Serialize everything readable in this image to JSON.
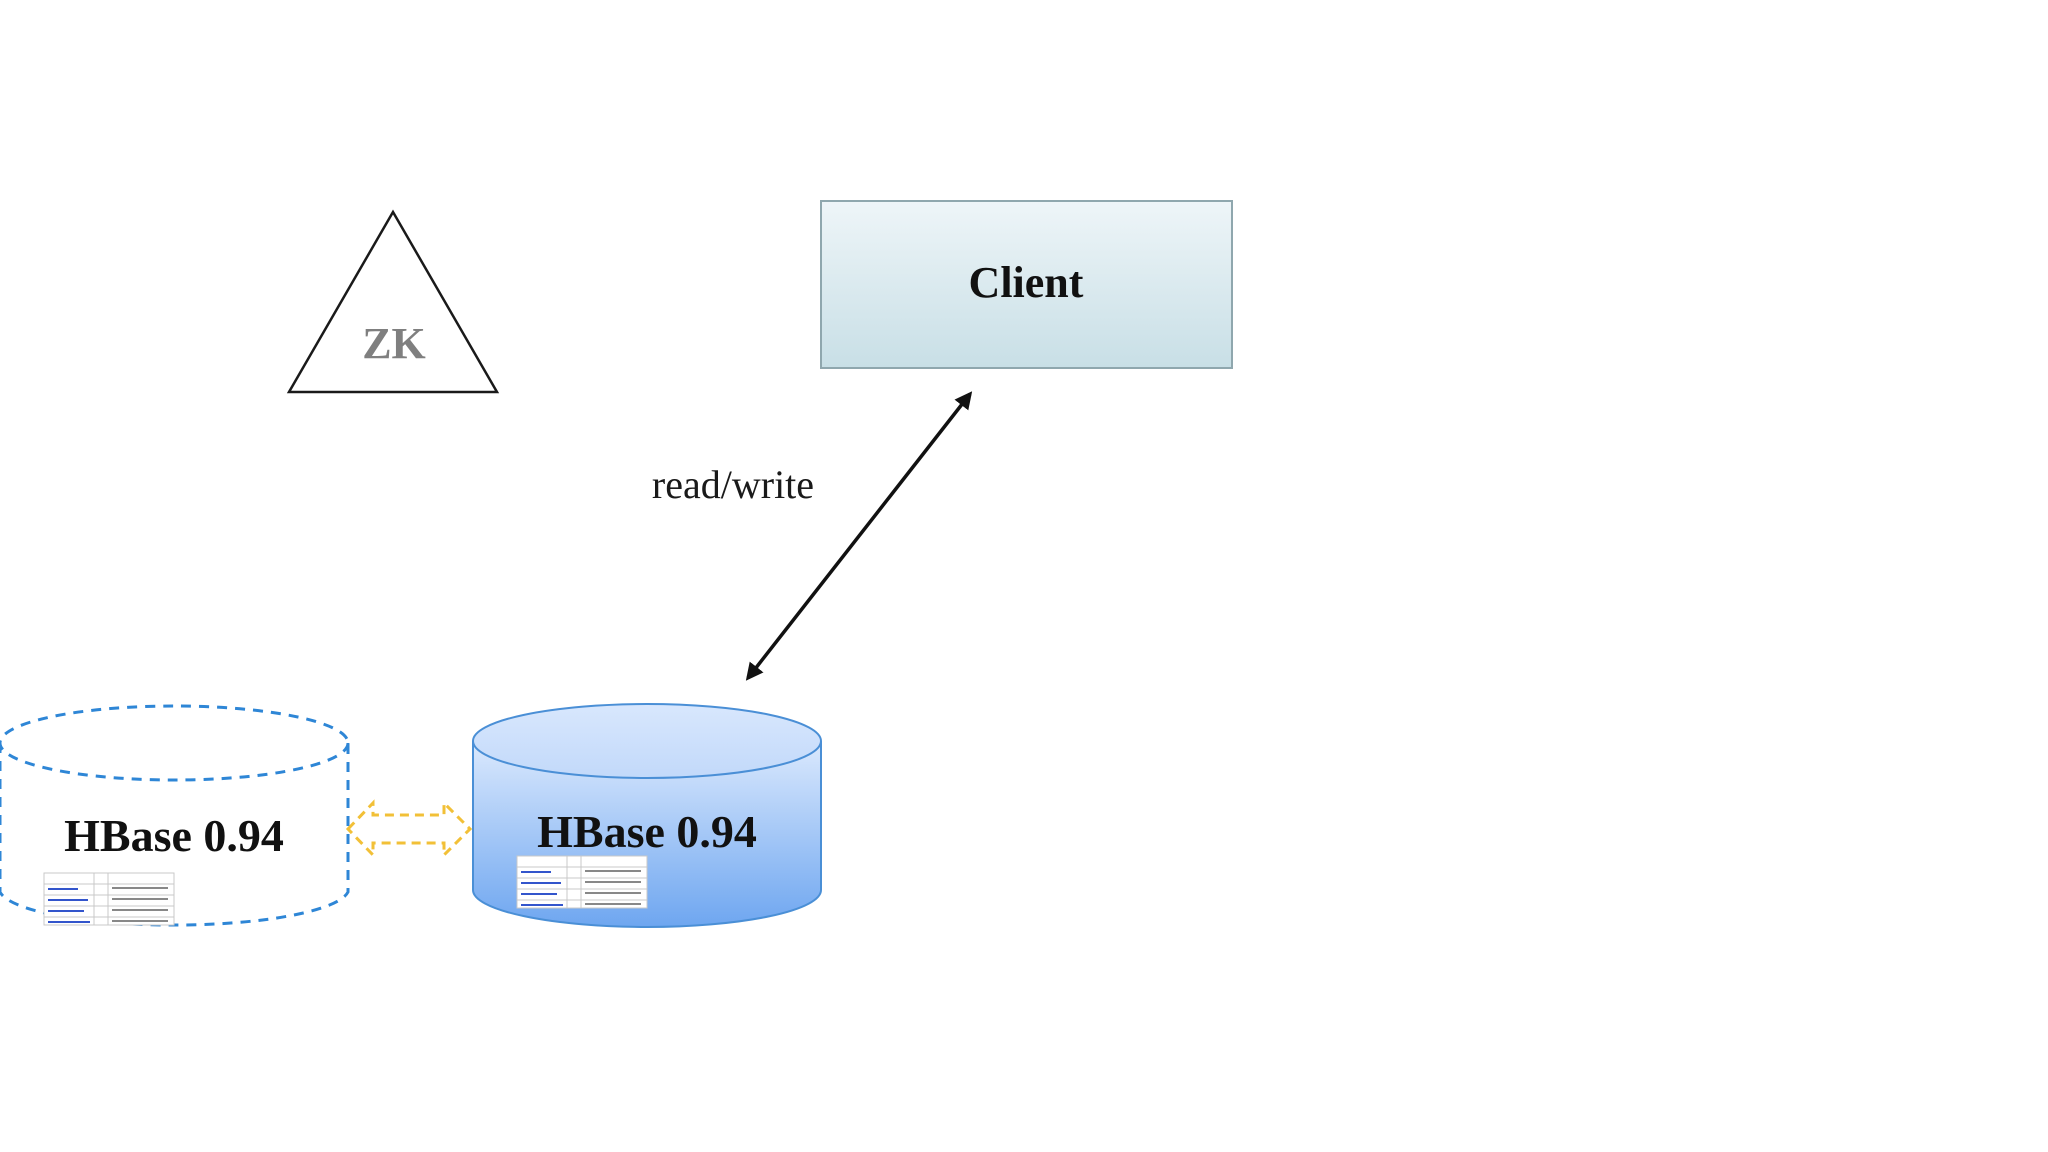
{
  "zookeeper": {
    "label": "ZK",
    "label_color": "#7f7f7f"
  },
  "client": {
    "label": "Client",
    "fill_top": "#eef5f8",
    "fill_bottom": "#c8dfe6",
    "border_color": "#8fa7ae"
  },
  "connection": {
    "label": "read/write"
  },
  "replica_cluster": {
    "label": "HBase 0.94",
    "outline_color": "#2e86d6",
    "style": "dashed"
  },
  "active_cluster": {
    "label": "HBase 0.94",
    "fill_top": "#dbe9fd",
    "fill_bottom": "#6ea6f0",
    "outline_color": "#4a8fd6"
  },
  "replication_link": {
    "color": "#f2c037",
    "style": "dashed"
  }
}
